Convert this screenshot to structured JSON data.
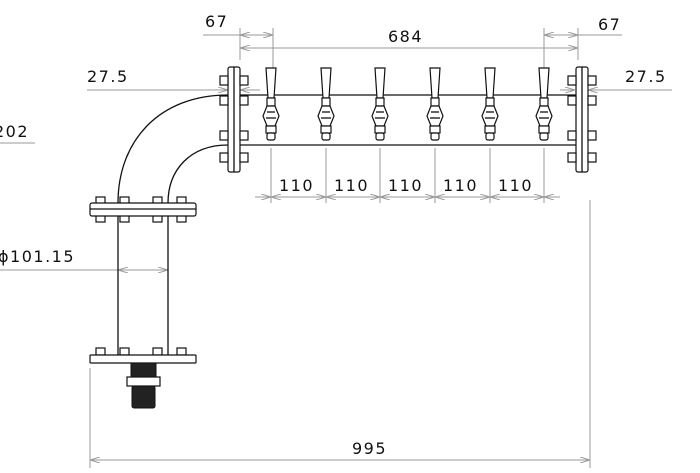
{
  "drawing": {
    "dimensions": {
      "top_left_offset": "67",
      "tap_span": "684",
      "top_right_offset": "67",
      "left_flange_offset": "27.5",
      "right_flange_offset": "27.5",
      "height_ref": "202",
      "pipe_diameter": "ϕ101.15",
      "tap_spacings": [
        "110",
        "110",
        "110",
        "110",
        "110"
      ],
      "overall_width": "995"
    },
    "tap_count": 6
  }
}
